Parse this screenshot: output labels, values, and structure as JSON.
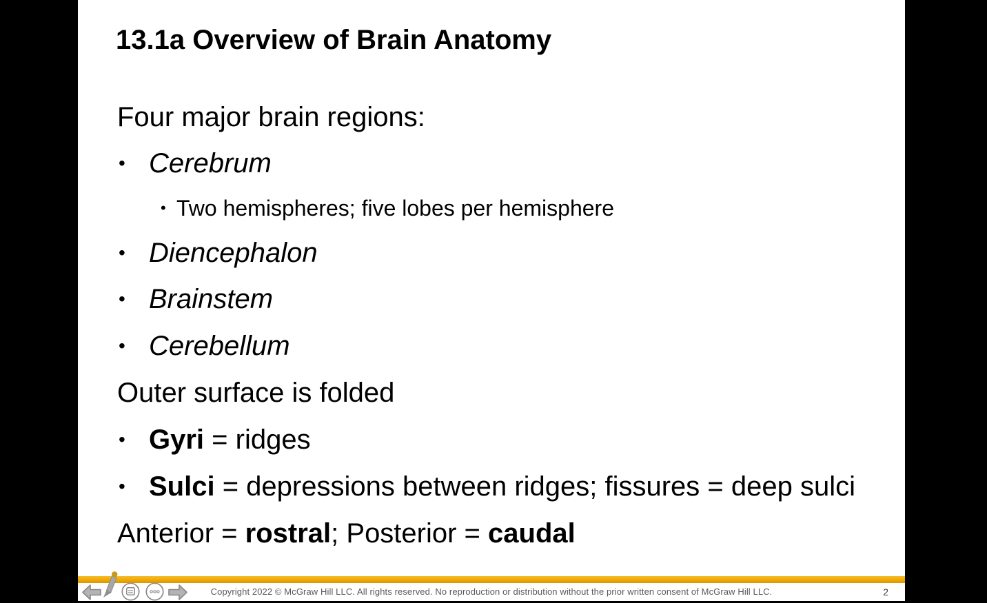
{
  "colors": {
    "letterbox": "#000000",
    "slide_background": "#FFFFFF",
    "text": "#000000",
    "accent_gold": "#EFA907",
    "footer_text": "#595959",
    "control_gray": "#8C8C8C"
  },
  "slide": {
    "title": "13.1a Overview of Brain Anatomy",
    "bullet_char": "•",
    "lines": [
      {
        "type": "plain",
        "segments": [
          {
            "t": "Four major brain regions:"
          }
        ]
      },
      {
        "type": "b1",
        "segments": [
          {
            "t": "Cerebrum",
            "italic": true
          }
        ]
      },
      {
        "type": "b2",
        "segments": [
          {
            "t": "Two hemispheres; five lobes per hemisphere"
          }
        ]
      },
      {
        "type": "b1",
        "segments": [
          {
            "t": "Diencephalon",
            "italic": true
          }
        ]
      },
      {
        "type": "b1",
        "segments": [
          {
            "t": "Brainstem",
            "italic": true
          }
        ]
      },
      {
        "type": "b1",
        "segments": [
          {
            "t": "Cerebellum",
            "italic": true
          }
        ]
      },
      {
        "type": "plain",
        "segments": [
          {
            "t": "Outer surface is folded"
          }
        ]
      },
      {
        "type": "b1",
        "segments": [
          {
            "t": "Gyri",
            "bold": true
          },
          {
            "t": " = ridges"
          }
        ]
      },
      {
        "type": "b1",
        "segments": [
          {
            "t": "Sulci",
            "bold": true
          },
          {
            "t": " = depressions between ridges; fissures = deep sulci"
          }
        ]
      },
      {
        "type": "plain",
        "segments": [
          {
            "t": "Anterior = "
          },
          {
            "t": "rostral",
            "bold": true
          },
          {
            "t": "; Posterior = "
          },
          {
            "t": "caudal",
            "bold": true
          }
        ]
      }
    ]
  },
  "footer": {
    "copyright": "Copyright 2022 © McGraw Hill LLC. All rights reserved. No reproduction or distribution without the prior written consent of McGraw Hill LLC.",
    "page_number": "2",
    "icons": [
      "previous-arrow-icon",
      "pen-icon",
      "slide-navigator-icon",
      "more-options-icon",
      "next-arrow-icon"
    ]
  }
}
